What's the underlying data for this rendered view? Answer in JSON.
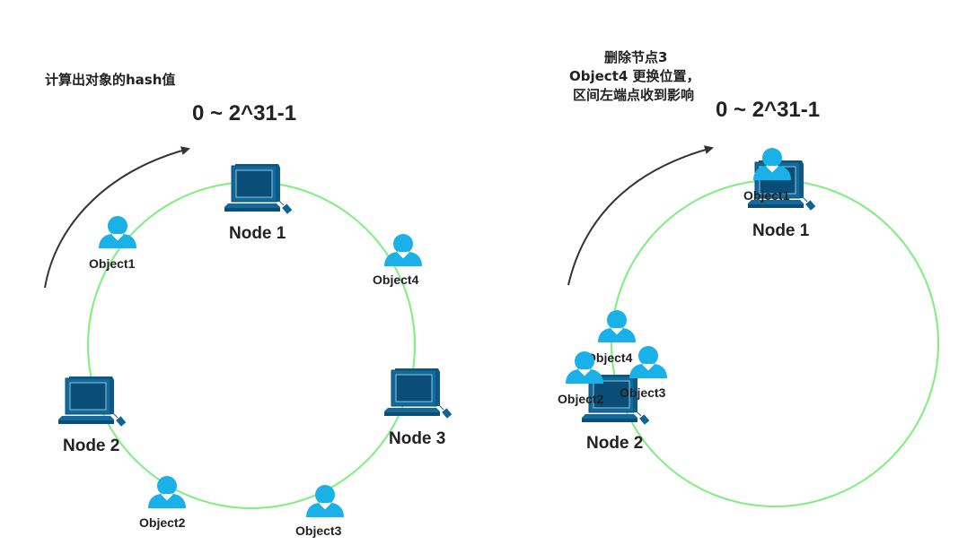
{
  "colors": {
    "ring": "#7CF07C",
    "arrow": "#333333",
    "person": "#1AB0E8",
    "computer": "#0F6494"
  },
  "left": {
    "caption": "计算出对象的hash值",
    "range": "0 ~ 2^31-1",
    "nodes": [
      "Node 1",
      "Node 2",
      "Node 3"
    ],
    "objects": [
      "Object1",
      "Object4",
      "Object2",
      "Object3"
    ]
  },
  "right": {
    "caption": [
      "删除节点3",
      "Object4 更换位置，",
      "区间左端点收到影响"
    ],
    "range": "0 ~ 2^31-1",
    "nodes": [
      "Node 1",
      "Node 2"
    ],
    "objects": [
      "Object1",
      "Object4",
      "Object2",
      "Object3"
    ]
  }
}
